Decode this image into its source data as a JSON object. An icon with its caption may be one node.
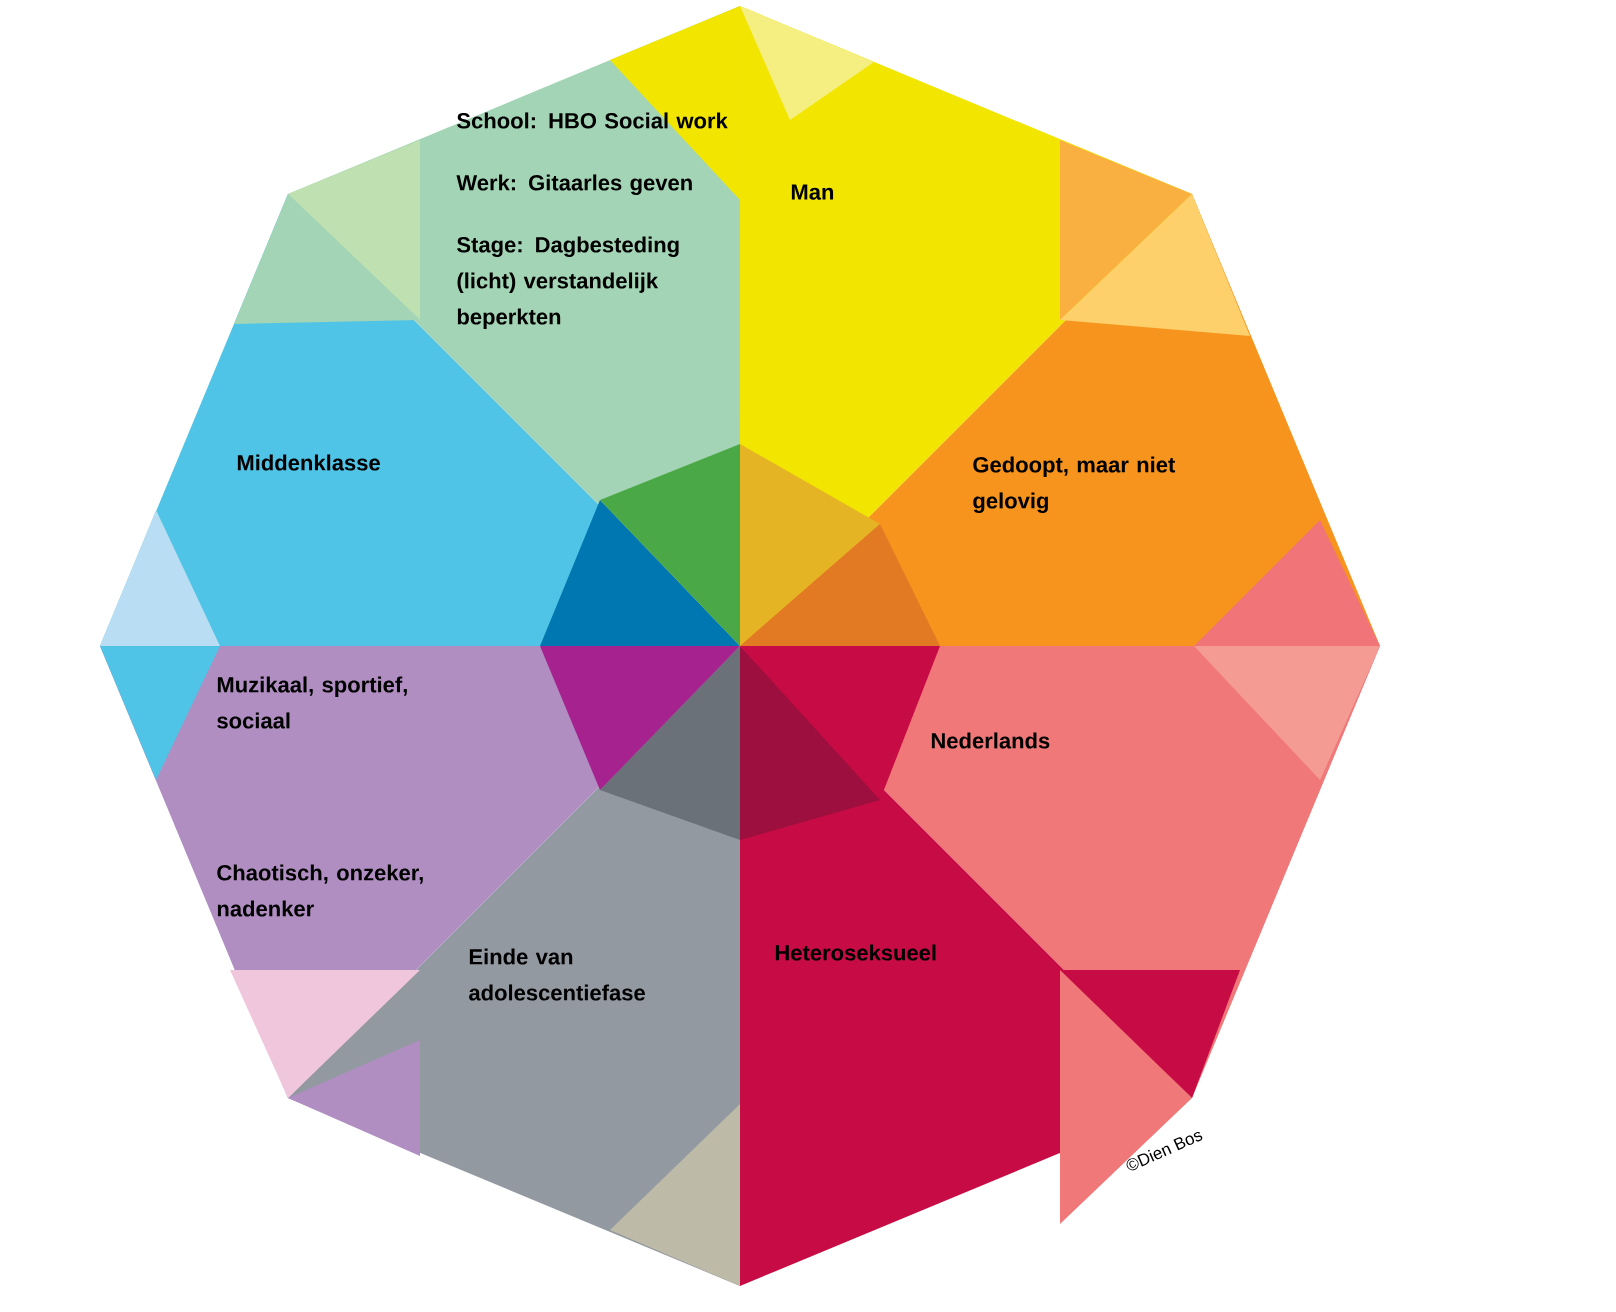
{
  "diagram": {
    "nodes": [
      {
        "text": [
          "School: HBO Social work",
          "Werk: Gitaarles geven",
          "Stage: Dagbesteding (licht) verstandelijk beperkten"
        ]
      },
      {
        "text": [
          "Man"
        ]
      },
      {
        "text": [
          "Middenklasse"
        ]
      },
      {
        "text": [
          "Gedoopt, maar niet gelovig"
        ]
      },
      {
        "text": [
          "Muzikaal, sportief, sociaal"
        ]
      },
      {
        "text": [
          "Nederlands"
        ]
      },
      {
        "text": [
          "Chaotisch, onzeker, nadenker"
        ]
      },
      {
        "text": [
          "Einde van adolescentiefase"
        ]
      },
      {
        "text": [
          "Heteroseksueel"
        ]
      }
    ],
    "labels": [
      "©Dien Bos"
    ]
  }
}
